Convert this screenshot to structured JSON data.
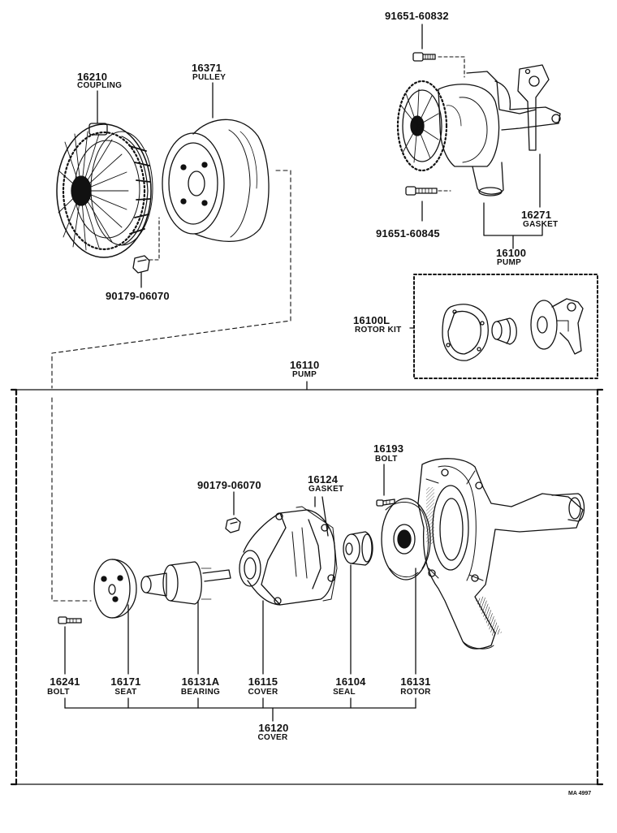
{
  "parts": {
    "coupling": {
      "number": "16210",
      "name": "COUPLING"
    },
    "pulley": {
      "number": "16371",
      "name": "PULLEY"
    },
    "nut_top": {
      "number": "90179-06070"
    },
    "bolt_top": {
      "number": "91651-60832"
    },
    "bolt_mid": {
      "number": "91651-60845"
    },
    "gasket_top": {
      "number": "16271",
      "name": "GASKET"
    },
    "pump_assy": {
      "number": "16100",
      "name": "PUMP"
    },
    "rotor_kit": {
      "number": "16100L",
      "name": "ROTOR KIT"
    },
    "pump_sub": {
      "number": "16110",
      "name": "PUMP"
    },
    "bolt_16193": {
      "number": "16193",
      "name": "BOLT"
    },
    "nut_lower": {
      "number": "90179-06070"
    },
    "gasket_lower": {
      "number": "16124",
      "name": "GASKET"
    },
    "bolt_16241": {
      "number": "16241",
      "name": "BOLT"
    },
    "seat": {
      "number": "16171",
      "name": "SEAT"
    },
    "bearing": {
      "number": "16131A",
      "name": "BEARING"
    },
    "cover_16115": {
      "number": "16115",
      "name": "COVER"
    },
    "seal": {
      "number": "16104",
      "name": "SEAL"
    },
    "rotor": {
      "number": "16131",
      "name": "ROTOR"
    },
    "cover_assy": {
      "number": "16120",
      "name": "COVER"
    }
  },
  "drawing_code": "MA 4997"
}
